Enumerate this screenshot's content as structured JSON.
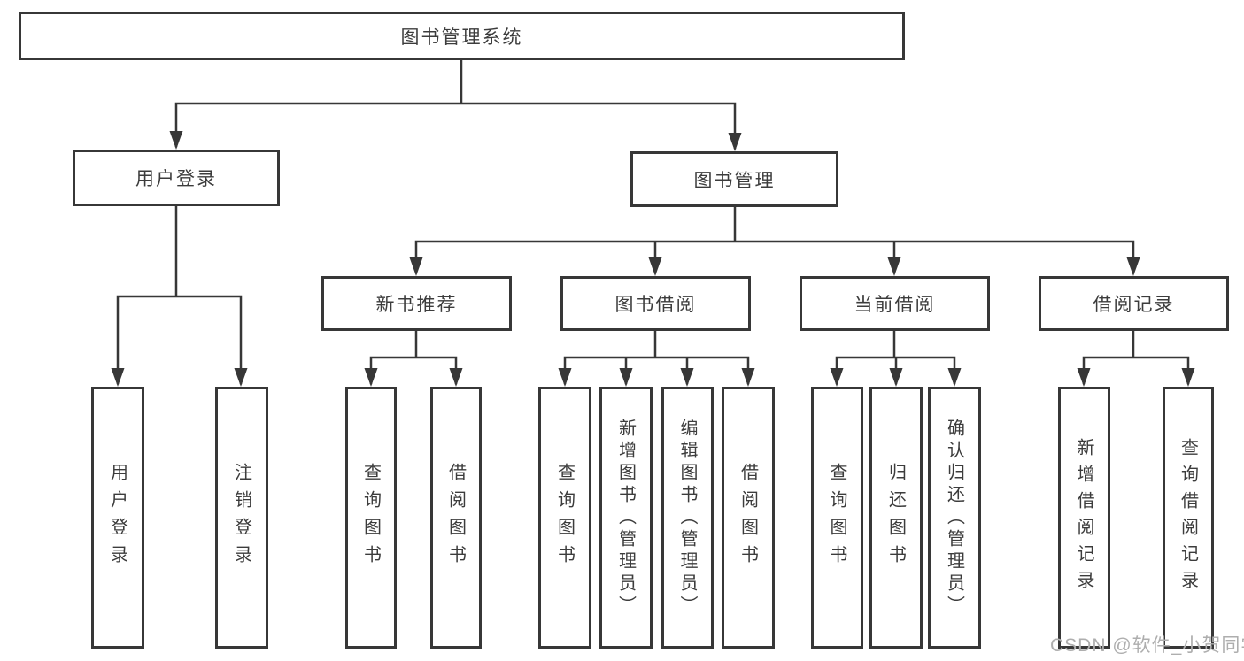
{
  "tree": {
    "root": {
      "label": "图书管理系统"
    },
    "branches": [
      {
        "label": "用户登录",
        "children": [
          {
            "label": "用户登录"
          },
          {
            "label": "注销登录"
          }
        ]
      },
      {
        "label": "图书管理",
        "children": [
          {
            "label": "新书推荐",
            "children": [
              {
                "label": "查询图书"
              },
              {
                "label": "借阅图书"
              }
            ]
          },
          {
            "label": "图书借阅",
            "children": [
              {
                "label": "查询图书"
              },
              {
                "label": "新增图书（管理员）"
              },
              {
                "label": "编辑图书（管理员）"
              },
              {
                "label": "借阅图书"
              }
            ]
          },
          {
            "label": "当前借阅",
            "children": [
              {
                "label": "查询图书"
              },
              {
                "label": "归还图书"
              },
              {
                "label": "确认归还（管理员）"
              }
            ]
          },
          {
            "label": "借阅记录",
            "children": [
              {
                "label": "新增借阅记录"
              },
              {
                "label": "查询借阅记录"
              }
            ]
          }
        ]
      }
    ]
  },
  "watermark": {
    "text": "CSDN @软件_小贺同学"
  },
  "colors": {
    "line": "#373737",
    "text": "#3c3c3c",
    "watermark": "#aeaeae",
    "background": "#ffffff"
  }
}
